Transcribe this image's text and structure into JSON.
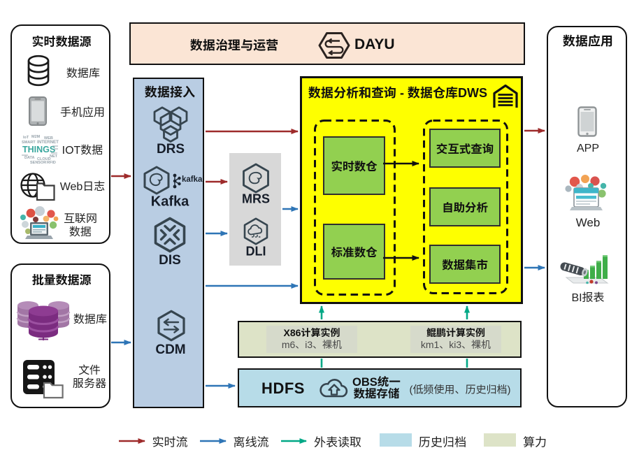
{
  "colors": {
    "flow-realtime": "#9e2b2b",
    "flow-offline": "#2e75b6",
    "flow-external": "#00a886",
    "panel-governance": "#fbe5d5",
    "panel-ingest": "#b9cde3",
    "panel-processing": "#d8d8d8",
    "panel-dws": "#feff00",
    "panel-compute": "#dde3c7",
    "panel-storage": "#b7dce8",
    "node-green": "#92d050"
  },
  "governance": {
    "title": "数据治理与运营",
    "logo_text": "DAYU"
  },
  "sources_realtime": {
    "title": "实时数据源",
    "items": [
      {
        "icon": "database-icon",
        "label": "数据库"
      },
      {
        "icon": "phone-icon",
        "label": "手机应用"
      },
      {
        "icon": "iot-icon",
        "label": "IOT数据"
      },
      {
        "icon": "weblog-icon",
        "label": "Web日志"
      },
      {
        "icon": "internet-icon",
        "label": "互联网\n数据"
      }
    ]
  },
  "sources_batch": {
    "title": "批量数据源",
    "items": [
      {
        "icon": "database-stack-icon",
        "label": "数据库"
      },
      {
        "icon": "file-server-icon",
        "label": "文件\n服务器"
      }
    ]
  },
  "ingest": {
    "title": "数据接入",
    "services": [
      {
        "label": "DRS"
      },
      {
        "label": "Kafka",
        "badge": "kafka"
      },
      {
        "label": "DIS"
      },
      {
        "label": "CDM"
      }
    ]
  },
  "processing": {
    "services": [
      {
        "label": "MRS"
      },
      {
        "label": "DLI"
      }
    ]
  },
  "dws": {
    "title": "数据分析和查询 - 数据仓库DWS",
    "warehouses": [
      {
        "label": "实时数仓"
      },
      {
        "label": "标准数仓"
      }
    ],
    "services": [
      {
        "label": "交互式查询"
      },
      {
        "label": "自助分析"
      },
      {
        "label": "数据集市"
      }
    ]
  },
  "compute": {
    "groups": [
      {
        "title": "X86计算实例",
        "subtitle": "m6、i3、裸机"
      },
      {
        "title": "鲲鹏计算实例",
        "subtitle": "km1、ki3、裸机"
      }
    ]
  },
  "storage": {
    "hdfs_label": "HDFS",
    "obs_label": "OBS统一\n数据存储",
    "note": "(低频使用、历史归档)"
  },
  "applications": {
    "title": "数据应用",
    "items": [
      {
        "icon": "phone-icon",
        "label": "APP"
      },
      {
        "icon": "web-icon",
        "label": "Web"
      },
      {
        "icon": "bi-chart-icon",
        "label": "BI报表"
      }
    ]
  },
  "legend": {
    "items": [
      {
        "type": "arrow",
        "color": "#9e2b2b",
        "label": "实时流"
      },
      {
        "type": "arrow",
        "color": "#2e75b6",
        "label": "离线流"
      },
      {
        "type": "arrow",
        "color": "#00a886",
        "label": "外表读取"
      },
      {
        "type": "swatch",
        "color": "#b7dce8",
        "label": "历史归档"
      },
      {
        "type": "swatch",
        "color": "#dde3c7",
        "label": "算力"
      }
    ]
  }
}
